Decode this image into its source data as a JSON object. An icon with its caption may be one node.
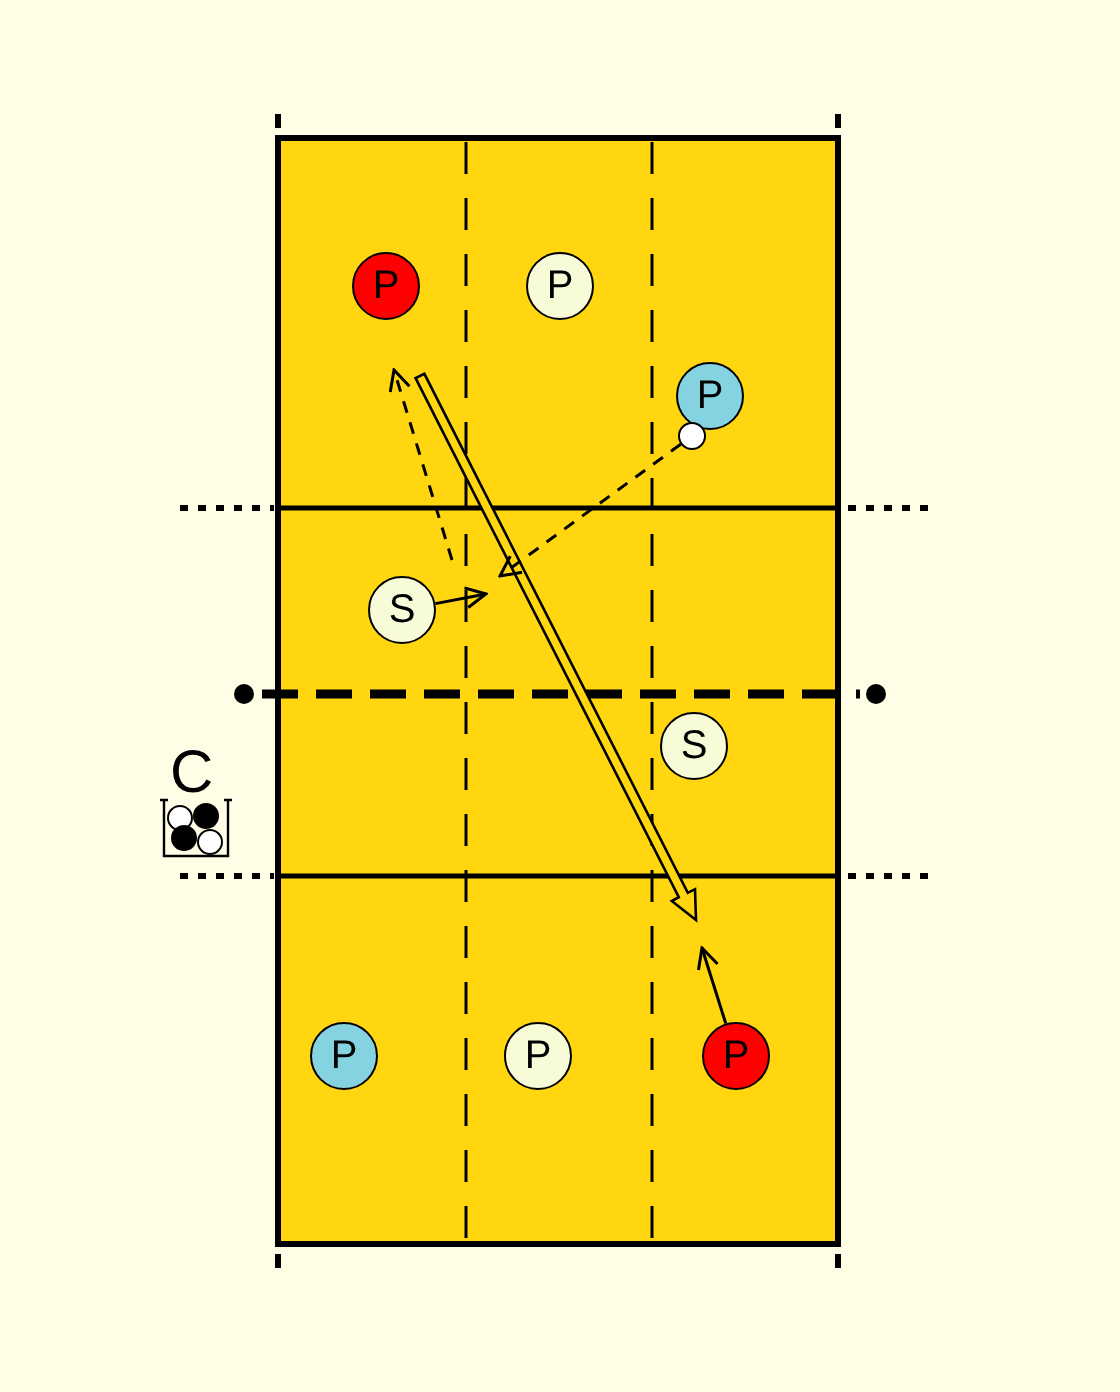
{
  "diagram": {
    "nodes": [
      {
        "text": [
          "P"
        ]
      },
      {
        "text": [
          "P"
        ]
      },
      {
        "text": [
          "P"
        ]
      },
      {
        "text": [],
        "shape": "circle"
      },
      {
        "text": [
          "S"
        ]
      },
      {
        "text": [
          "S"
        ]
      },
      {
        "text": [
          "P"
        ]
      },
      {
        "text": [
          "P"
        ]
      },
      {
        "text": [
          "P"
        ]
      }
    ],
    "edges": [
      {
        "from": 3,
        "to": null,
        "arrow": "to",
        "style": "dashed"
      },
      {
        "from": 4,
        "to": null,
        "arrow": "to"
      },
      {
        "from": 8,
        "to": null,
        "arrow": "to"
      }
    ],
    "labels": [
      "C"
    ]
  }
}
